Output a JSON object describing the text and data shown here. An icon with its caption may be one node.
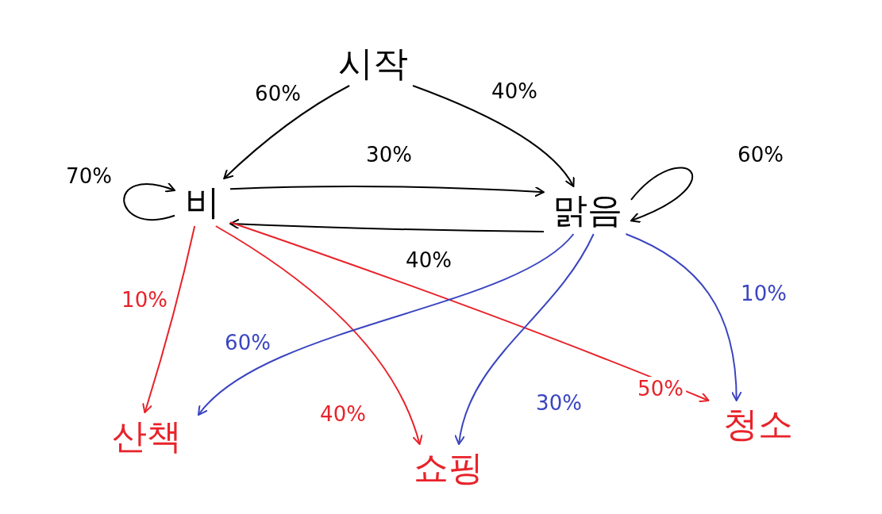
{
  "diagram": {
    "nodes": [
      {
        "text": [
          "시작"
        ]
      },
      {
        "text": [
          "비"
        ]
      },
      {
        "text": [
          "맑음"
        ]
      },
      {
        "text": [
          "산책"
        ]
      },
      {
        "text": [
          "쇼핑"
        ]
      },
      {
        "text": [
          "청소"
        ]
      }
    ],
    "edges": [
      {
        "from": 0,
        "to": 1,
        "arrow": "to",
        "label": "60%"
      },
      {
        "from": 0,
        "to": 2,
        "arrow": "to",
        "label": "40%"
      },
      {
        "from": 1,
        "to": 1,
        "arrow": "to",
        "label": "70%"
      },
      {
        "from": 1,
        "to": 2,
        "arrow": "to",
        "label": "30%"
      },
      {
        "from": 2,
        "to": 2,
        "arrow": "to",
        "label": "60%"
      },
      {
        "from": 2,
        "to": 1,
        "arrow": "to",
        "label": "40%"
      },
      {
        "from": 1,
        "to": 3,
        "arrow": "to",
        "label": "10%",
        "color": "#e8232a"
      },
      {
        "from": 1,
        "to": 4,
        "arrow": "to",
        "label": "40%",
        "color": "#e8232a"
      },
      {
        "from": 1,
        "to": 5,
        "arrow": "to",
        "label": "50%",
        "color": "#e8232a"
      },
      {
        "from": 2,
        "to": 3,
        "arrow": "to",
        "label": "60%",
        "color": "#3b45c0"
      },
      {
        "from": 2,
        "to": 4,
        "arrow": "to",
        "label": "30%",
        "color": "#3b45c0"
      },
      {
        "from": 2,
        "to": 5,
        "arrow": "to",
        "label": "10%",
        "color": "#3b45c0"
      }
    ]
  }
}
